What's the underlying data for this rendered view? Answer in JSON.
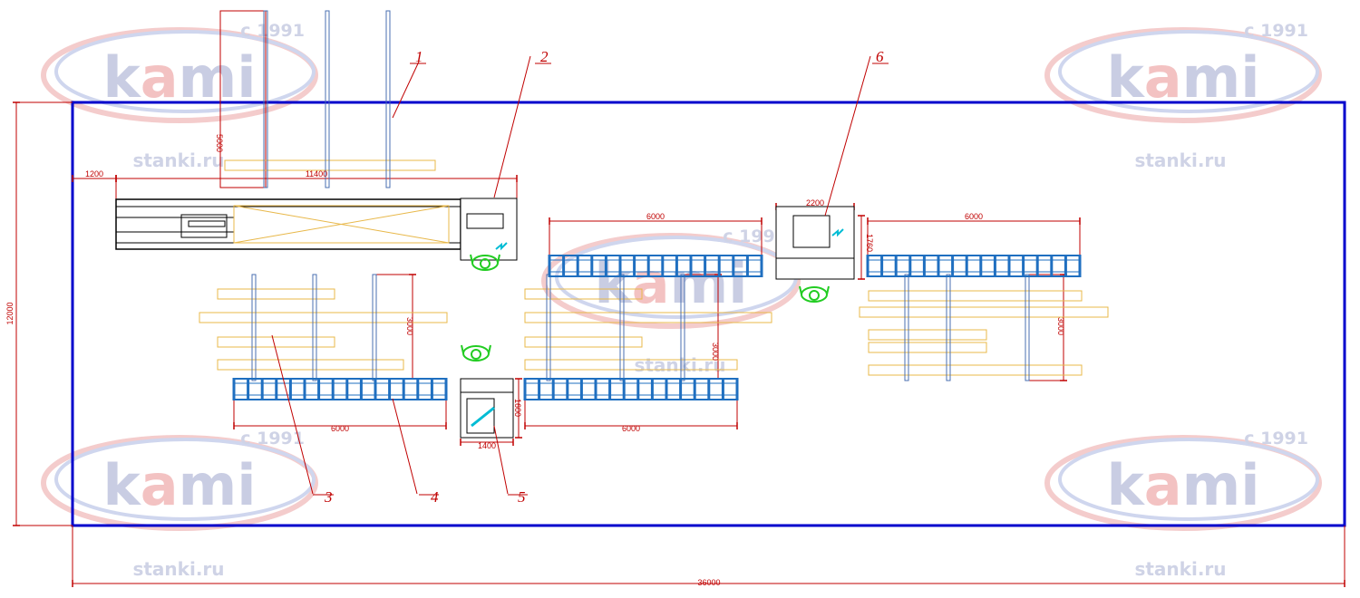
{
  "watermark": {
    "brand_prefix": "k",
    "brand_accent": "a",
    "brand_suffix": "mi",
    "since": "c 1991",
    "site": "stanki.ru"
  },
  "dimensions": {
    "overall_width": "36000",
    "overall_height": "12000",
    "left_offset": "1200",
    "saw_length": "11400",
    "rack_length": "5000",
    "conveyor_length": "6000",
    "rack_depth": "3000",
    "machine5_width": "1400",
    "machine5_depth": "1600",
    "machine6_width": "2200",
    "machine6_depth": "1760"
  },
  "callouts": [
    "1",
    "2",
    "3",
    "4",
    "5",
    "6"
  ],
  "colors": {
    "frame": "#0000cc",
    "dimension": "#c00000",
    "conveyor": "#1f6fc0",
    "board": "#e8b84a",
    "operator": "#22cc22",
    "spark": "#00bcd4"
  }
}
